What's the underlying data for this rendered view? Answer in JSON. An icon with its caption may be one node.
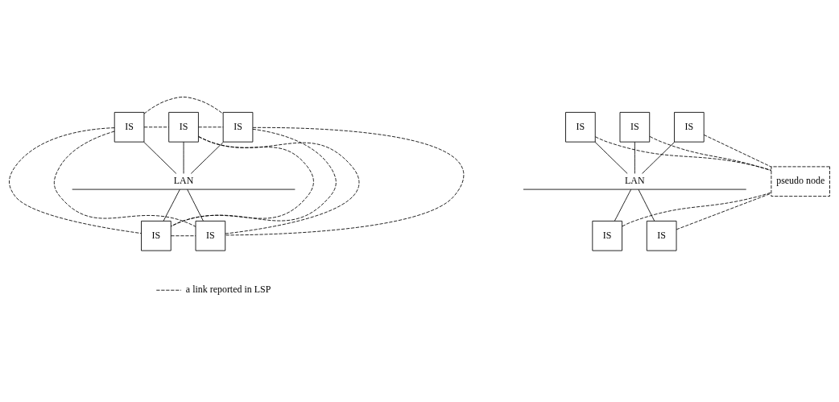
{
  "diagram": {
    "nodes": [
      {
        "text": [
          "IS"
        ]
      },
      {
        "text": [
          "IS"
        ]
      },
      {
        "text": [
          "IS"
        ]
      },
      {
        "text": [
          "IS"
        ]
      },
      {
        "text": [
          "IS"
        ]
      },
      {
        "text": [
          "LAN"
        ]
      },
      {
        "text": [
          "IS"
        ]
      },
      {
        "text": [
          "IS"
        ]
      },
      {
        "text": [
          "IS"
        ]
      },
      {
        "text": [
          "IS"
        ]
      },
      {
        "text": [
          "IS"
        ]
      },
      {
        "text": [
          "LAN"
        ]
      },
      {
        "text": [
          "pseudo node"
        ]
      }
    ],
    "edges": [
      {
        "from": 0,
        "to": 5,
        "arrow": "none"
      },
      {
        "from": 1,
        "to": 5,
        "arrow": "none"
      },
      {
        "from": 2,
        "to": 5,
        "arrow": "none"
      },
      {
        "from": 3,
        "to": 5,
        "arrow": "none"
      },
      {
        "from": 4,
        "to": 5,
        "arrow": "none"
      },
      {
        "from": 0,
        "to": 1,
        "arrow": "none",
        "style": "dashed"
      },
      {
        "from": 1,
        "to": 2,
        "arrow": "none",
        "style": "dashed"
      },
      {
        "from": 0,
        "to": 2,
        "arrow": "none",
        "style": "dashed"
      },
      {
        "from": 0,
        "to": 3,
        "arrow": "none",
        "style": "dashed"
      },
      {
        "from": 0,
        "to": 4,
        "arrow": "none",
        "style": "dashed"
      },
      {
        "from": 1,
        "to": 3,
        "arrow": "none",
        "style": "dashed"
      },
      {
        "from": 1,
        "to": 4,
        "arrow": "none",
        "style": "dashed"
      },
      {
        "from": 2,
        "to": 3,
        "arrow": "none",
        "style": "dashed"
      },
      {
        "from": 2,
        "to": 4,
        "arrow": "none",
        "style": "dashed"
      },
      {
        "from": 3,
        "to": 4,
        "arrow": "none",
        "style": "dashed"
      },
      {
        "from": 6,
        "to": 11,
        "arrow": "none"
      },
      {
        "from": 7,
        "to": 11,
        "arrow": "none"
      },
      {
        "from": 8,
        "to": 11,
        "arrow": "none"
      },
      {
        "from": 9,
        "to": 11,
        "arrow": "none"
      },
      {
        "from": 10,
        "to": 11,
        "arrow": "none"
      },
      {
        "from": 6,
        "to": 12,
        "arrow": "none",
        "style": "dashed"
      },
      {
        "from": 7,
        "to": 12,
        "arrow": "none",
        "style": "dashed"
      },
      {
        "from": 8,
        "to": 12,
        "arrow": "none",
        "style": "dashed"
      },
      {
        "from": 9,
        "to": 12,
        "arrow": "none",
        "style": "dashed"
      },
      {
        "from": 10,
        "to": 12,
        "arrow": "none",
        "style": "dashed"
      }
    ],
    "legend": [
      {
        "text": "a link reported in LSP"
      }
    ]
  }
}
